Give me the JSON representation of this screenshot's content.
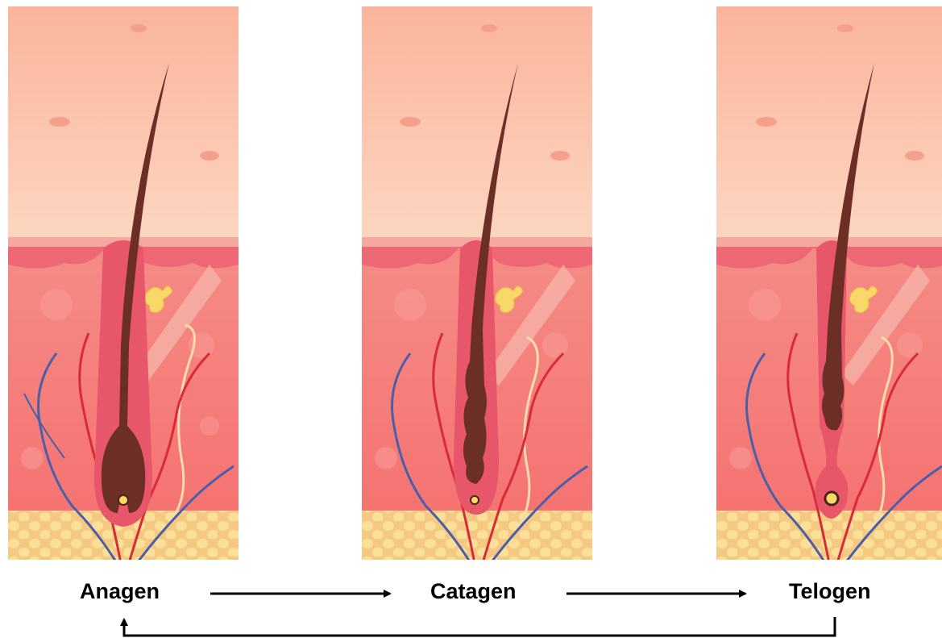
{
  "stages": [
    {
      "label": "Anagen"
    },
    {
      "label": "Catagen"
    },
    {
      "label": "Telogen"
    }
  ],
  "colors": {
    "epidermis": "#fbc6ad",
    "dermis": "#f7837e",
    "dermis_top": "#f0727a",
    "fat": "#f9d88a",
    "hair": "#6b2f25",
    "artery": "#e02c3a",
    "vein": "#4a5fa8",
    "gland": "#f8d868",
    "nerve": "#f6dca8"
  }
}
